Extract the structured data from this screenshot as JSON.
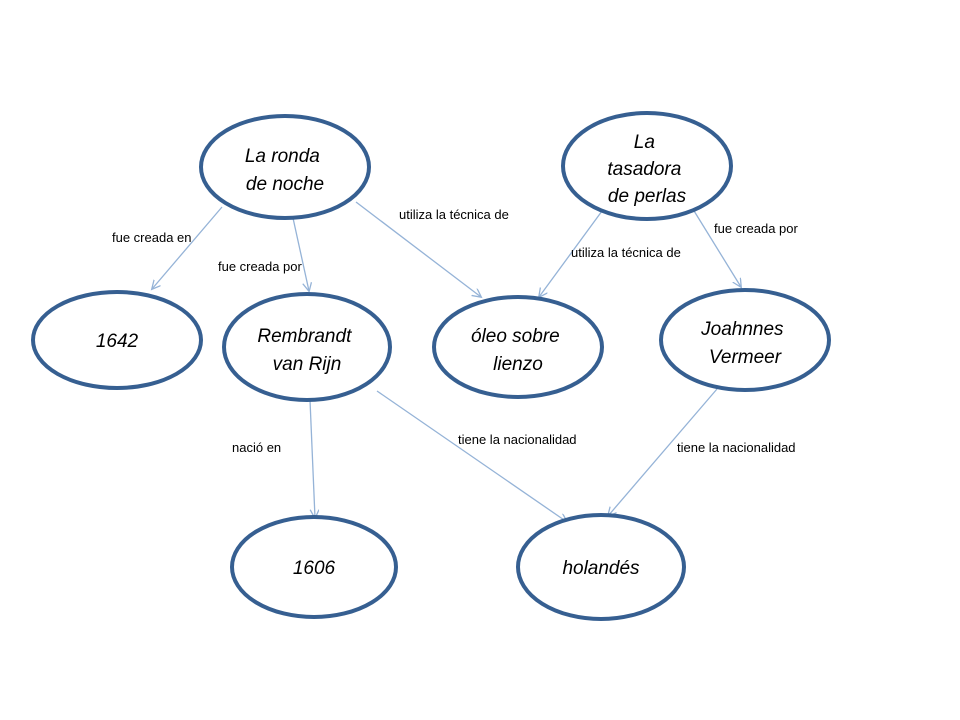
{
  "diagram": {
    "type": "concept-map",
    "colors": {
      "node_border": "#365f91",
      "edge_line": "#95b3d7",
      "text": "#000000",
      "background": "#ffffff"
    },
    "nodes": [
      {
        "id": "la-ronda-de-noche",
        "lines": [
          "La ronda",
          "de noche"
        ]
      },
      {
        "id": "la-tasadora-de-perlas",
        "lines": [
          "La",
          "tasadora",
          "de perlas"
        ]
      },
      {
        "id": "1642",
        "lines": [
          "1642"
        ]
      },
      {
        "id": "rembrandt-van-rijn",
        "lines": [
          "Rembrandt",
          "van Rijn"
        ]
      },
      {
        "id": "oleo-sobre-lienzo",
        "lines": [
          "óleo sobre",
          "lienzo"
        ]
      },
      {
        "id": "joahnnes-vermeer",
        "lines": [
          "Joahnnes",
          "Vermeer"
        ]
      },
      {
        "id": "1606",
        "lines": [
          "1606"
        ]
      },
      {
        "id": "holandes",
        "lines": [
          "holandés"
        ]
      }
    ],
    "edges": [
      {
        "from": "La ronda de noche",
        "to": "1642",
        "label": "fue creada en"
      },
      {
        "from": "La ronda de noche",
        "to": "Rembrandt van Rijn",
        "label": "fue creada por"
      },
      {
        "from": "La ronda de noche",
        "to": "óleo sobre lienzo",
        "label": "utiliza la técnica de"
      },
      {
        "from": "La tasadora de perlas",
        "to": "óleo sobre lienzo",
        "label": "utiliza la técnica de"
      },
      {
        "from": "La tasadora de perlas",
        "to": "Joahnnes Vermeer",
        "label": "fue creada por"
      },
      {
        "from": "Rembrandt van Rijn",
        "to": "1606",
        "label": "nació en"
      },
      {
        "from": "Rembrandt van Rijn",
        "to": "holandés",
        "label": "tiene la nacionalidad"
      },
      {
        "from": "Joahnnes Vermeer",
        "to": "holandés",
        "label": "tiene la nacionalidad"
      }
    ]
  }
}
